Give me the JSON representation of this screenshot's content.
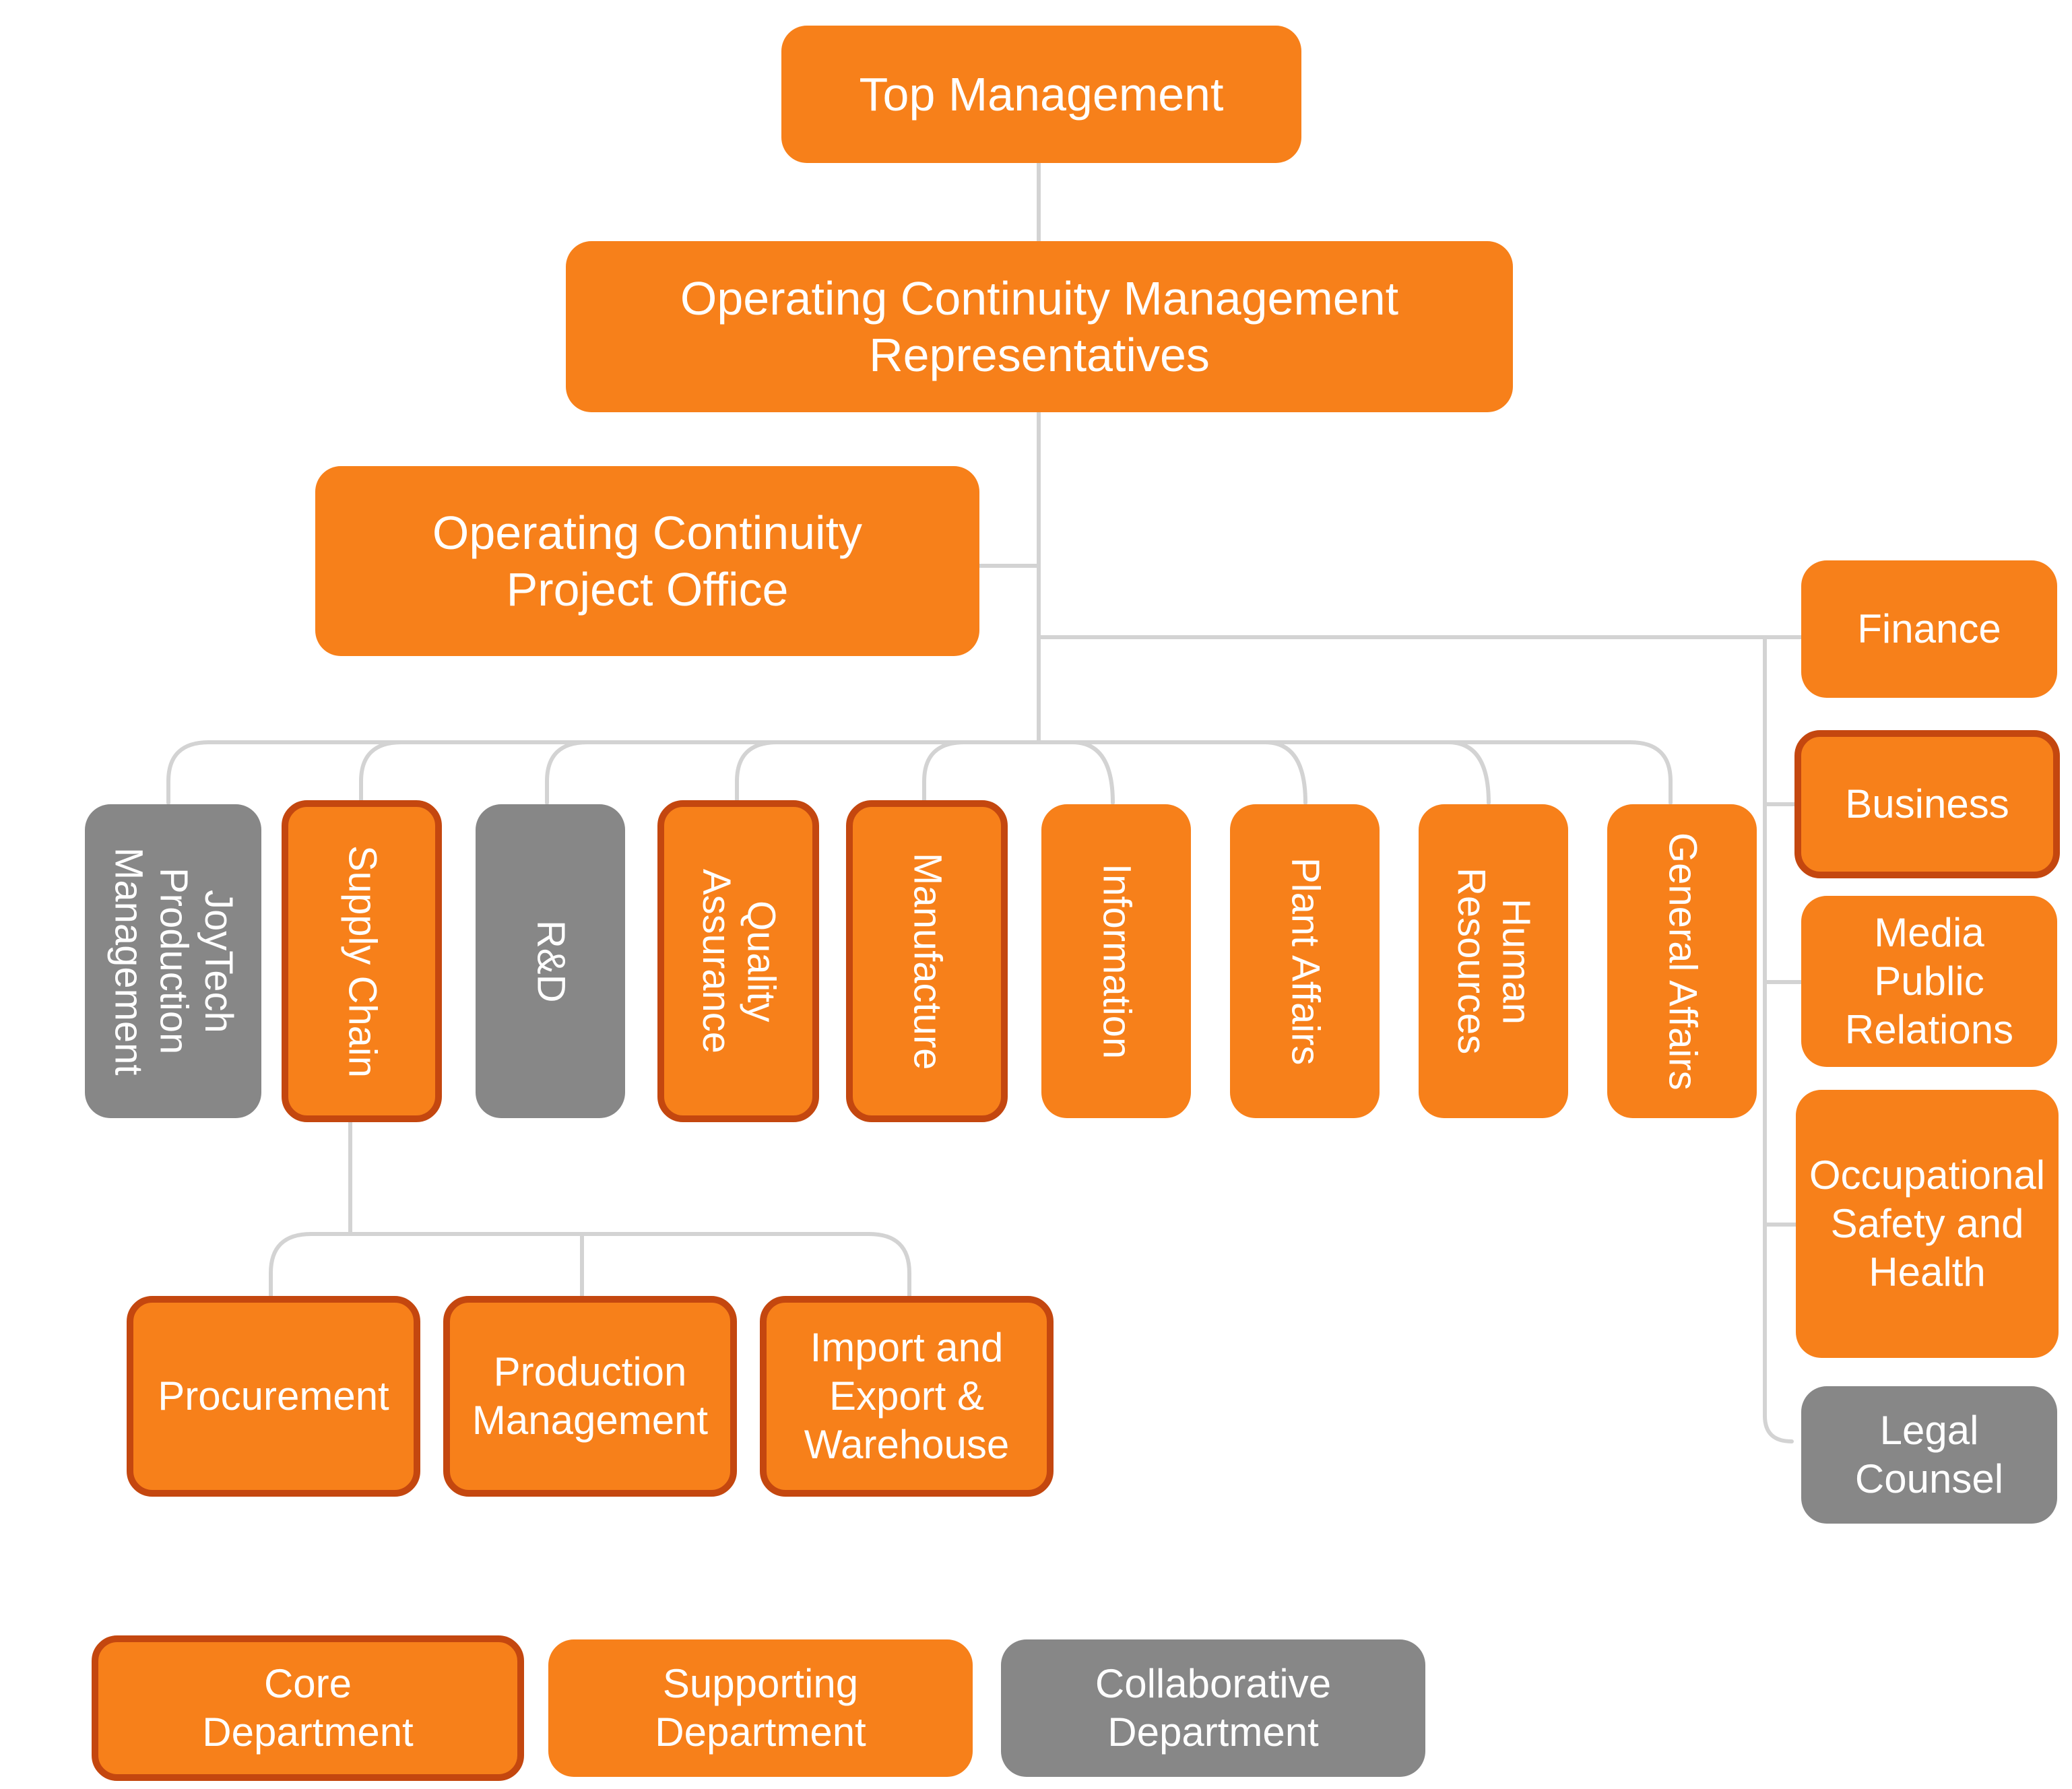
{
  "nodes": {
    "top_management": "Top Management",
    "oc_reps": "Operating Continuity Management Representatives",
    "oc_project_office": "Operating Continuity Project Office",
    "joytech": "JoyTech Production Management",
    "supply_chain": "Supply Chain",
    "rnd": "R&D",
    "quality_assurance": "Quality Assurance",
    "manufacture": "Manufacture",
    "information": "Information",
    "plant_affairs": "Plant Affairs",
    "human_resources": "Human Resources",
    "general_affairs": "General Affairs",
    "finance": "Finance",
    "business": "Business",
    "media_pr": "Media Public Relations",
    "ohs": "Occupational Safety and Health",
    "legal": "Legal Counsel",
    "procurement": "Procurement",
    "production_management": "Production Management",
    "import_export": "Import and Export & Warehouse"
  },
  "legend": {
    "core": "Core Department",
    "supporting": "Supporting Department",
    "collaborative": "Collaborative Department"
  },
  "colors": {
    "orange": "#F7801A",
    "core_border": "#C4470F",
    "gray": "#878787",
    "connector": "#D3D3D3"
  }
}
